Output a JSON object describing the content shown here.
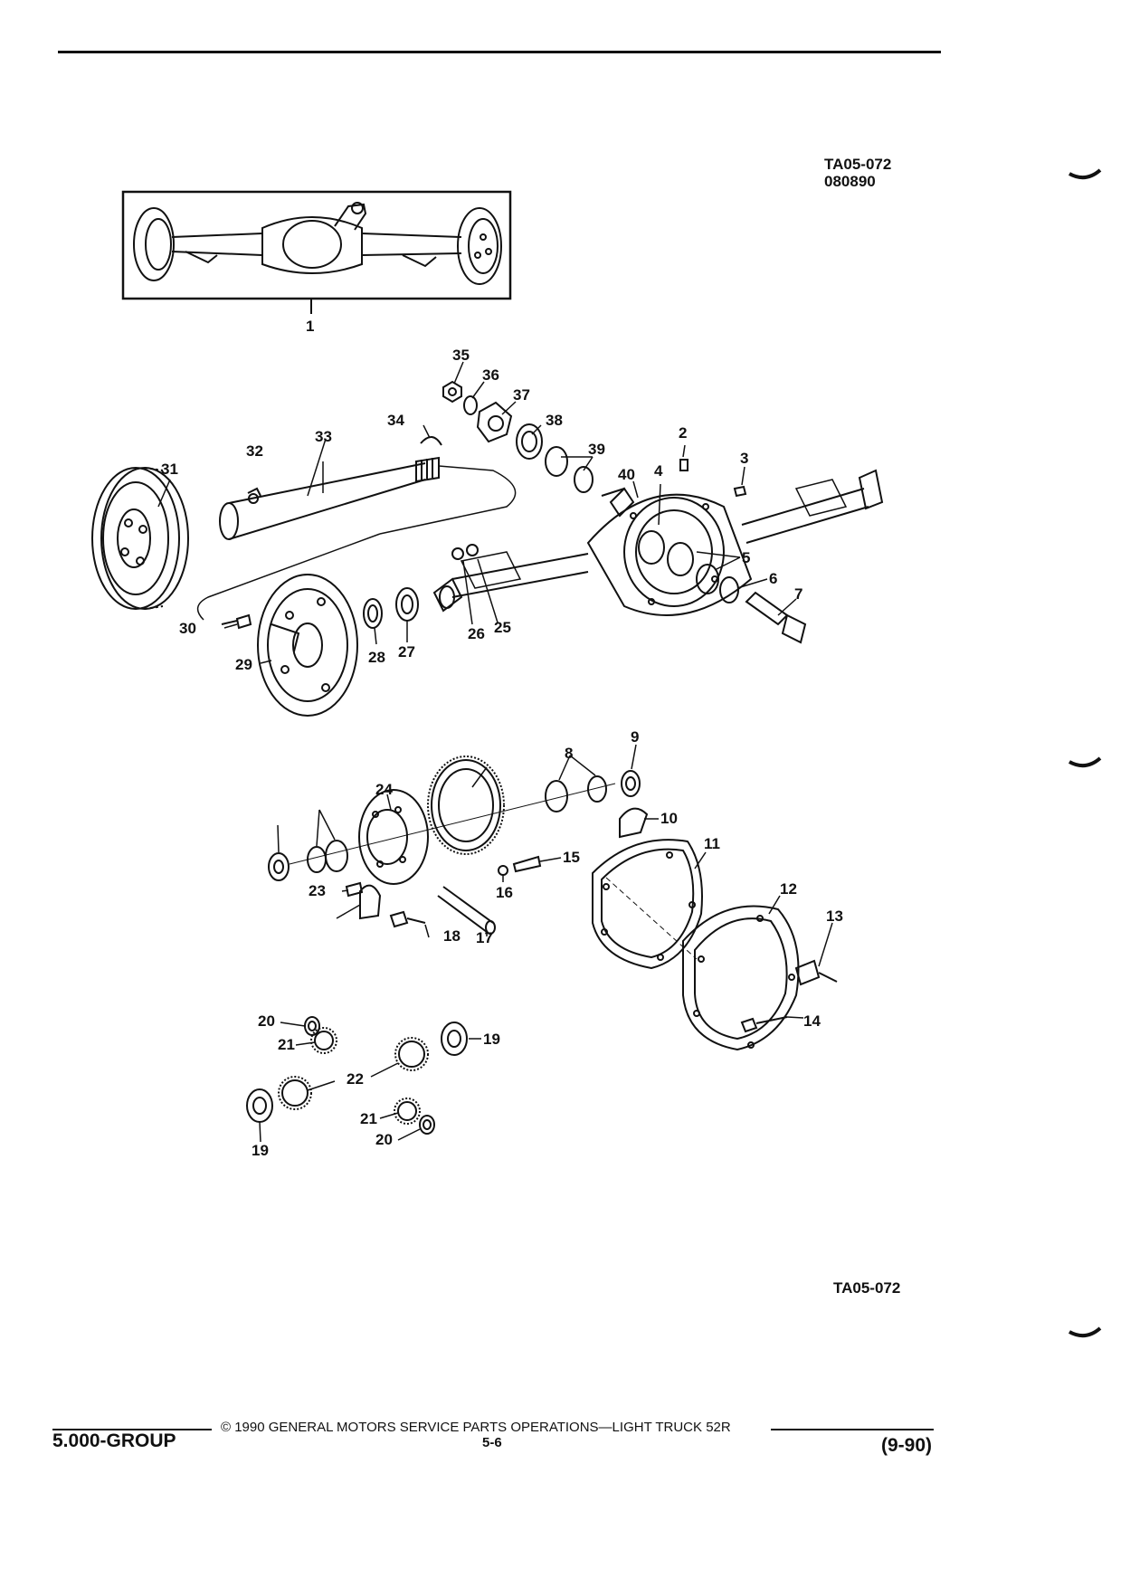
{
  "header": {
    "drawing_code": "TA05-072",
    "date_code": "080890"
  },
  "figure_code_bottom": "TA05-072",
  "callouts": [
    "1",
    "2",
    "3",
    "4",
    "5",
    "6",
    "7",
    "8",
    "9",
    "10",
    "11",
    "12",
    "13",
    "14",
    "15",
    "16",
    "17",
    "18",
    "19",
    "20",
    "21",
    "22",
    "23",
    "24",
    "25",
    "26",
    "27",
    "28",
    "29",
    "30",
    "31",
    "32",
    "33",
    "34",
    "35",
    "36",
    "37",
    "38",
    "39",
    "40"
  ],
  "footer": {
    "group": "5.000-GROUP",
    "copyright": "© 1990 GENERAL MOTORS SERVICE PARTS OPERATIONS—LIGHT TRUCK 52R",
    "page": "5-6",
    "revision": "(9-90)"
  }
}
